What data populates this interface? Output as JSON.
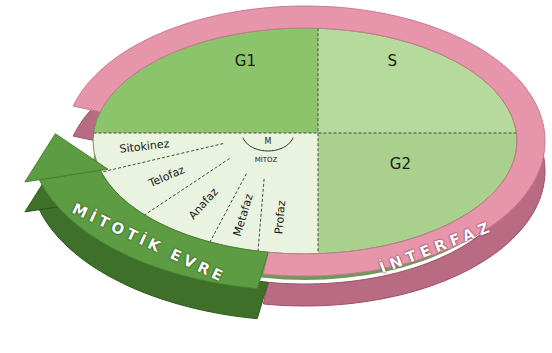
{
  "diagram": {
    "nodes": [
      {
        "text": [
          "G1"
        ]
      },
      {
        "text": [
          "S"
        ]
      },
      {
        "text": [
          "G2"
        ]
      },
      {
        "text": [
          "Sitokinez"
        ]
      },
      {
        "text": [
          "Telofaz"
        ]
      },
      {
        "text": [
          "Anafaz"
        ]
      },
      {
        "text": [
          "Metafaz"
        ]
      },
      {
        "text": [
          "Profaz"
        ]
      },
      {
        "text": [
          "MİTOTİK EVRE"
        ]
      },
      {
        "text": [
          "İNTERFAZ"
        ]
      }
    ],
    "labels": [
      "M",
      "MİTOZ"
    ]
  }
}
